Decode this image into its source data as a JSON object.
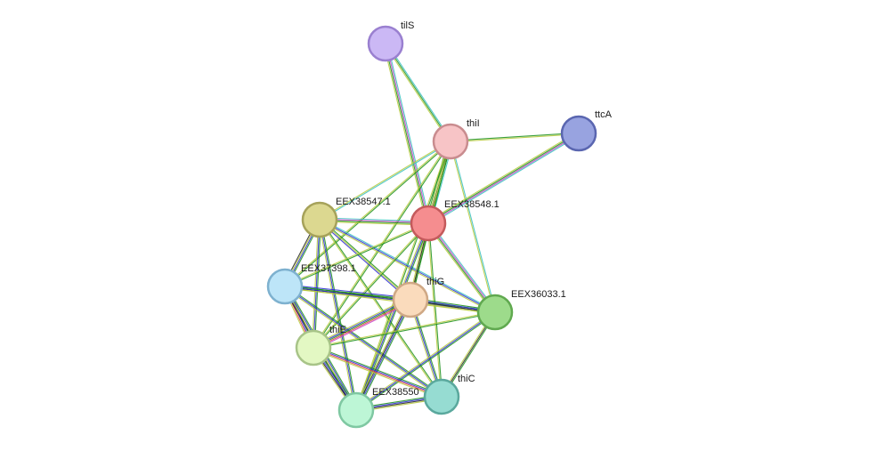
{
  "network": {
    "nodes": [
      {
        "id": "tilS",
        "label": "tilS",
        "color": "#cbb8f5",
        "stroke": "#9a80d0"
      },
      {
        "id": "thiI",
        "label": "thiI",
        "color": "#f7c4c6",
        "stroke": "#c98c8f"
      },
      {
        "id": "ttcA",
        "label": "ttcA",
        "color": "#98a3e0",
        "stroke": "#5a66b0"
      },
      {
        "id": "EEX38547.1",
        "label": "EEX38547.1",
        "color": "#dcd890",
        "stroke": "#a6a25a"
      },
      {
        "id": "EEX38548.1",
        "label": "EEX38548.1",
        "color": "#f58d8f",
        "stroke": "#c45a5c"
      },
      {
        "id": "EEX37398.1",
        "label": "EEX37398.1",
        "color": "#bde5f8",
        "stroke": "#7eb1cf"
      },
      {
        "id": "thiG",
        "label": "thiG",
        "color": "#fadbbc",
        "stroke": "#cfa885"
      },
      {
        "id": "EEX36033.1",
        "label": "EEX36033.1",
        "color": "#9ddb8b",
        "stroke": "#60a94f"
      },
      {
        "id": "thiE",
        "label": "thiE",
        "color": "#e3f8c3",
        "stroke": "#a8c488"
      },
      {
        "id": "EEX38550",
        "label": "EEX38550",
        "color": "#bdf6d6",
        "stroke": "#7fc8a2"
      },
      {
        "id": "thiC",
        "label": "thiC",
        "color": "#96dcd2",
        "stroke": "#5aa89d"
      }
    ],
    "edges": [
      {
        "source": "tilS",
        "target": "thiI",
        "colors": [
          "#37c0c0",
          "#1a8f1a",
          "#b5c93a"
        ]
      },
      {
        "source": "tilS",
        "target": "EEX38548.1",
        "colors": [
          "#37c0c0",
          "#c742c7",
          "#1a8f1a",
          "#b5c93a"
        ]
      },
      {
        "source": "thiI",
        "target": "ttcA",
        "colors": [
          "#1a8f1a",
          "#b5c93a"
        ]
      },
      {
        "source": "thiI",
        "target": "EEX38548.1",
        "colors": [
          "#37c0c0",
          "#1a8f1a",
          "#222222",
          "#b5c93a",
          "#1a8f1a"
        ]
      },
      {
        "source": "thiI",
        "target": "EEX38547.1",
        "colors": [
          "#37c0c0",
          "#b5c93a"
        ]
      },
      {
        "source": "thiI",
        "target": "EEX37398.1",
        "colors": [
          "#1a8f1a",
          "#b5c93a"
        ]
      },
      {
        "source": "thiI",
        "target": "thiG",
        "colors": [
          "#1a8f1a",
          "#b5c93a"
        ]
      },
      {
        "source": "thiI",
        "target": "EEX36033.1",
        "colors": [
          "#37c0c0",
          "#b5c93a"
        ]
      },
      {
        "source": "thiI",
        "target": "thiE",
        "colors": [
          "#1a8f1a",
          "#b5c93a"
        ]
      },
      {
        "source": "thiI",
        "target": "EEX38550",
        "colors": [
          "#1a8f1a",
          "#b5c93a"
        ]
      },
      {
        "source": "ttcA",
        "target": "EEX38548.1",
        "colors": [
          "#37c0c0",
          "#c742c7",
          "#1a8f1a",
          "#b5c93a"
        ]
      },
      {
        "source": "EEX38547.1",
        "target": "EEX38548.1",
        "colors": [
          "#37c0c0",
          "#c742c7",
          "#1a8f1a",
          "#b5c93a"
        ]
      },
      {
        "source": "EEX38547.1",
        "target": "EEX37398.1",
        "colors": [
          "#1a8f1a",
          "#2a2ad6",
          "#b5c93a",
          "#222222"
        ]
      },
      {
        "source": "EEX38547.1",
        "target": "thiG",
        "colors": [
          "#1a8f1a",
          "#b5c93a",
          "#2a2ad6"
        ]
      },
      {
        "source": "EEX38547.1",
        "target": "EEX36033.1",
        "colors": [
          "#37c0c0",
          "#2a2ad6",
          "#b5c93a"
        ]
      },
      {
        "source": "EEX38547.1",
        "target": "thiE",
        "colors": [
          "#1a8f1a",
          "#2a2ad6",
          "#b5c93a"
        ]
      },
      {
        "source": "EEX38547.1",
        "target": "EEX38550",
        "colors": [
          "#1a8f1a",
          "#2a2ad6",
          "#b5c93a"
        ]
      },
      {
        "source": "EEX38547.1",
        "target": "thiC",
        "colors": [
          "#1a8f1a",
          "#b5c93a"
        ]
      },
      {
        "source": "EEX38548.1",
        "target": "EEX37398.1",
        "colors": [
          "#1a8f1a",
          "#b5c93a"
        ]
      },
      {
        "source": "EEX38548.1",
        "target": "thiG",
        "colors": [
          "#1a8f1a",
          "#222222",
          "#b5c93a"
        ]
      },
      {
        "source": "EEX38548.1",
        "target": "EEX36033.1",
        "colors": [
          "#37c0c0",
          "#c742c7",
          "#1a8f1a",
          "#b5c93a"
        ]
      },
      {
        "source": "EEX38548.1",
        "target": "thiE",
        "colors": [
          "#1a8f1a",
          "#b5c93a"
        ]
      },
      {
        "source": "EEX38548.1",
        "target": "EEX38550",
        "colors": [
          "#1a8f1a",
          "#2a2ad6",
          "#b5c93a"
        ]
      },
      {
        "source": "EEX38548.1",
        "target": "thiC",
        "colors": [
          "#1a8f1a",
          "#b5c93a"
        ]
      },
      {
        "source": "EEX37398.1",
        "target": "thiG",
        "colors": [
          "#2a2ad6",
          "#1a8f1a",
          "#222222",
          "#b5c93a"
        ]
      },
      {
        "source": "EEX37398.1",
        "target": "EEX36033.1",
        "colors": [
          "#1a8f1a",
          "#2a2ad6",
          "#b5c93a"
        ]
      },
      {
        "source": "EEX37398.1",
        "target": "thiE",
        "colors": [
          "#1a8f1a",
          "#2a2ad6",
          "#e04040",
          "#b5c93a"
        ]
      },
      {
        "source": "EEX37398.1",
        "target": "EEX38550",
        "colors": [
          "#1a8f1a",
          "#2a2ad6",
          "#b5c93a",
          "#222222"
        ]
      },
      {
        "source": "EEX37398.1",
        "target": "thiC",
        "colors": [
          "#1a8f1a",
          "#2a2ad6",
          "#b5c93a"
        ]
      },
      {
        "source": "thiG",
        "target": "EEX36033.1",
        "colors": [
          "#1a8f1a",
          "#2a2ad6",
          "#222222",
          "#b5c93a"
        ]
      },
      {
        "source": "thiG",
        "target": "thiE",
        "colors": [
          "#c742c7",
          "#e04040",
          "#1a8f1a",
          "#2a2ad6",
          "#b5c93a"
        ]
      },
      {
        "source": "thiG",
        "target": "EEX38550",
        "colors": [
          "#1a8f1a",
          "#2a2ad6",
          "#222222",
          "#b5c93a"
        ]
      },
      {
        "source": "thiG",
        "target": "thiC",
        "colors": [
          "#1a8f1a",
          "#2a2ad6",
          "#b5c93a"
        ]
      },
      {
        "source": "EEX36033.1",
        "target": "thiE",
        "colors": [
          "#1a8f1a",
          "#b5c93a"
        ]
      },
      {
        "source": "EEX36033.1",
        "target": "EEX38550",
        "colors": [
          "#1a8f1a",
          "#2a2ad6",
          "#b5c93a"
        ]
      },
      {
        "source": "EEX36033.1",
        "target": "thiC",
        "colors": [
          "#1a8f1a",
          "#222222",
          "#b5c93a"
        ]
      },
      {
        "source": "thiE",
        "target": "EEX38550",
        "colors": [
          "#1a8f1a",
          "#2a2ad6",
          "#222222",
          "#b5c93a"
        ]
      },
      {
        "source": "thiE",
        "target": "thiC",
        "colors": [
          "#1a8f1a",
          "#2a2ad6",
          "#e04040",
          "#b5c93a"
        ]
      },
      {
        "source": "EEX38550",
        "target": "thiC",
        "colors": [
          "#1a8f1a",
          "#2a2ad6",
          "#222222",
          "#b5c93a"
        ]
      }
    ]
  }
}
